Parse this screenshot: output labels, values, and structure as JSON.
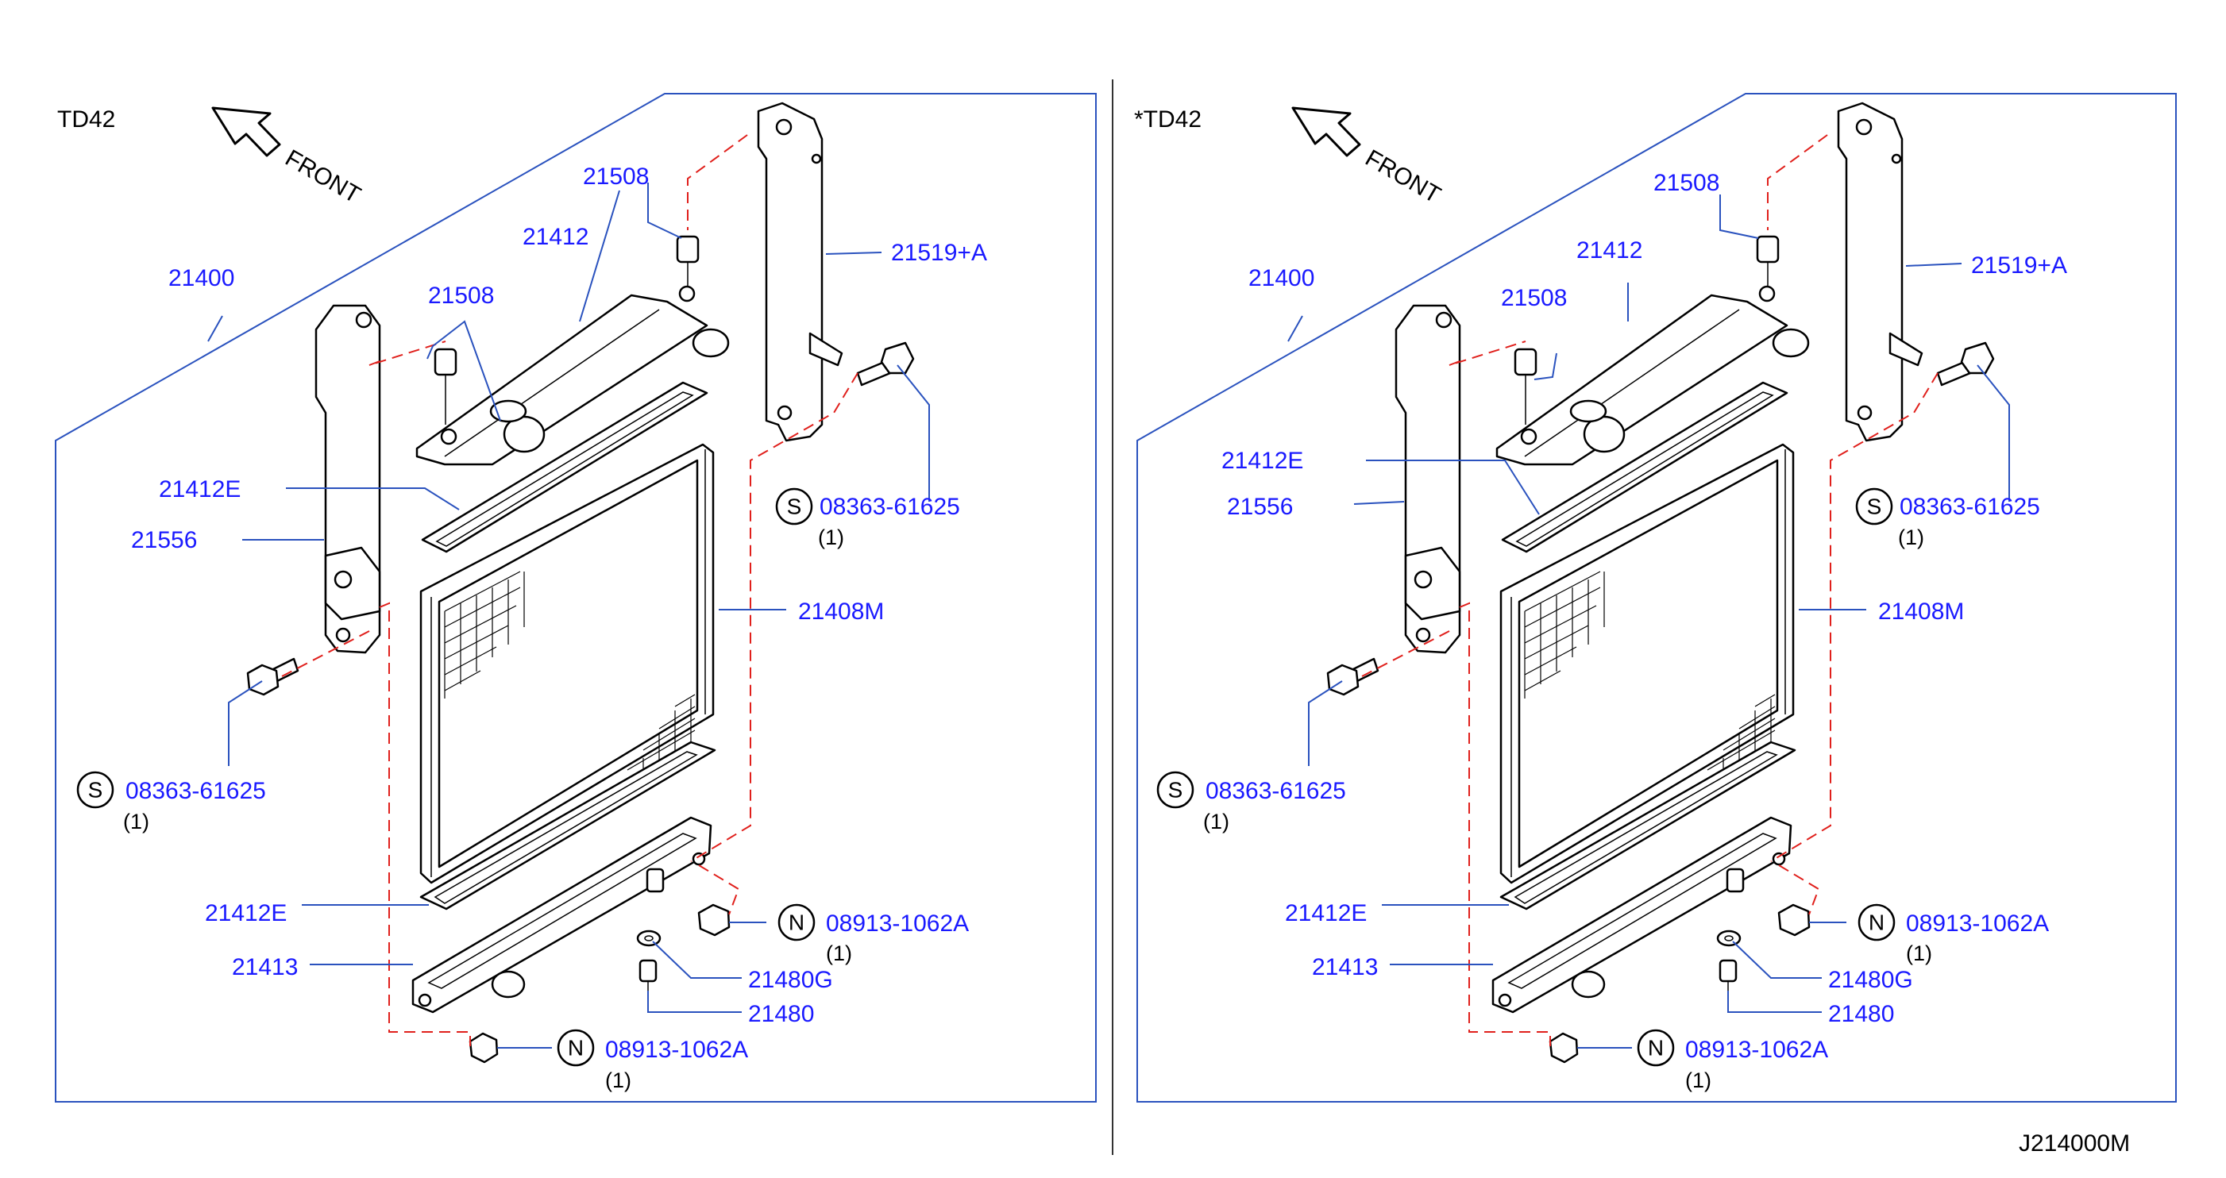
{
  "diagram": {
    "figure_code": "J214000M",
    "panels": [
      {
        "engine_label": "TD42",
        "direction_label": "FRONT",
        "callouts": {
          "c21400": "21400",
          "c21412": "21412",
          "c21508_top": "21508",
          "c21508_left": "21508",
          "c21519A": "21519+A",
          "c21412E_top": "21412E",
          "c21556": "21556",
          "c21408M": "21408M",
          "bolt_right_code": "08363-61625",
          "bolt_right_qty": "(1)",
          "bolt_left_code": "08363-61625",
          "bolt_left_qty": "(1)",
          "c21412E_bottom": "21412E",
          "c21413": "21413",
          "nut_right_code": "08913-1062A",
          "nut_right_qty": "(1)",
          "c21480G": "21480G",
          "c21480": "21480",
          "nut_bottom_code": "08913-1062A",
          "nut_bottom_qty": "(1)"
        },
        "symbols": {
          "bolt": "S",
          "nut": "N"
        }
      },
      {
        "engine_label": "*TD42",
        "direction_label": "FRONT",
        "callouts": {
          "c21400": "21400",
          "c21412": "21412",
          "c21508_top": "21508",
          "c21508_left": "21508",
          "c21519A": "21519+A",
          "c21412E_top": "21412E",
          "c21556": "21556",
          "c21408M": "21408M",
          "bolt_right_code": "08363-61625",
          "bolt_right_qty": "(1)",
          "bolt_left_code": "08363-61625",
          "bolt_left_qty": "(1)",
          "c21412E_bottom": "21412E",
          "c21413": "21413",
          "nut_right_code": "08913-1062A",
          "nut_right_qty": "(1)",
          "c21480G": "21480G",
          "c21480": "21480",
          "nut_bottom_code": "08913-1062A",
          "nut_bottom_qty": "(1)"
        },
        "symbols": {
          "bolt": "S",
          "nut": "N"
        }
      }
    ],
    "colors": {
      "callout_text": "#1a1aff",
      "frame_line": "#2a52be",
      "dashed_line": "#e0201c",
      "part_line": "#000000"
    }
  }
}
